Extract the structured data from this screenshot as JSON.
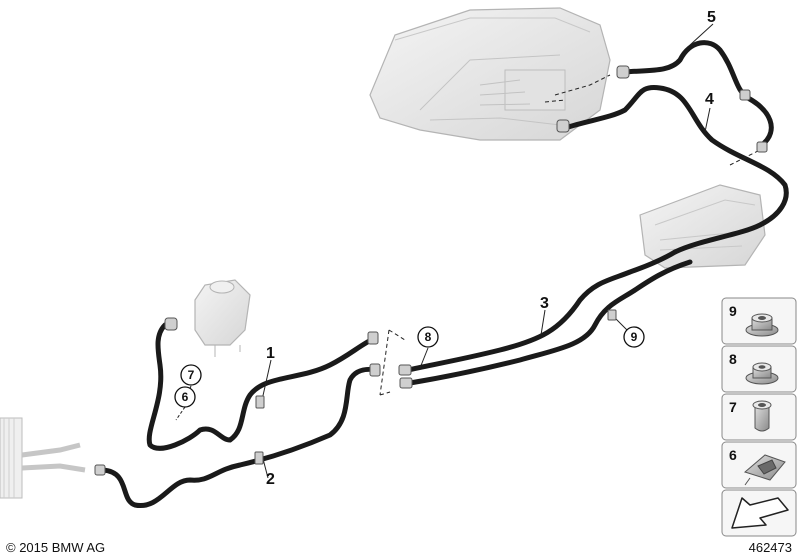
{
  "callouts": {
    "c1": "1",
    "c2": "2",
    "c3": "3",
    "c4": "4",
    "c5": "5"
  },
  "circled": {
    "c6": "6",
    "c7": "7",
    "c8": "8",
    "c9": "9"
  },
  "legend": {
    "items": [
      "9",
      "8",
      "7",
      "6"
    ]
  },
  "footer": {
    "copyright": "© 2015 BMW AG",
    "diagram_number": "462473"
  },
  "colors": {
    "hose": "#1a1a1a",
    "component_fill": "#ececec",
    "component_stroke": "#b9b9b9",
    "legend_border": "#888888",
    "legend_bg": "#f6f6f6"
  }
}
